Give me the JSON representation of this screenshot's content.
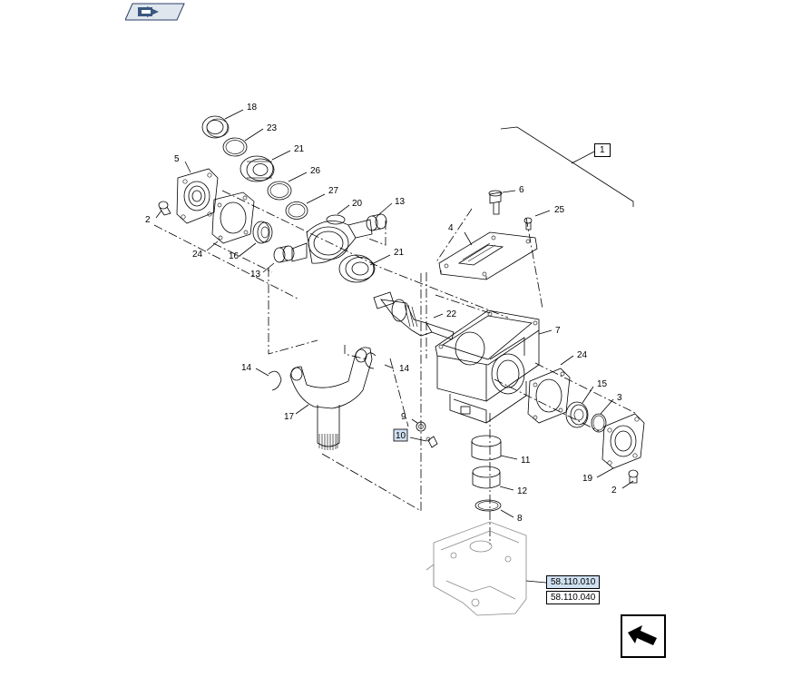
{
  "diagram": {
    "assembly_callout": "1",
    "references": [
      {
        "code": "58.110.010",
        "highlighted": true
      },
      {
        "code": "58.110.040",
        "highlighted": false
      }
    ],
    "callouts": [
      "18",
      "23",
      "21",
      "5",
      "26",
      "27",
      "20",
      "13",
      "2",
      "24",
      "16",
      "21",
      "13",
      "6",
      "25",
      "4",
      "22",
      "7",
      "14",
      "14",
      "17",
      "9",
      "10",
      "24",
      "15",
      "3",
      "11",
      "19",
      "2",
      "12",
      "8"
    ]
  },
  "icons": {
    "top_nav": "navigate-back-icon",
    "bottom_nav": "next-page-arrow-icon"
  }
}
